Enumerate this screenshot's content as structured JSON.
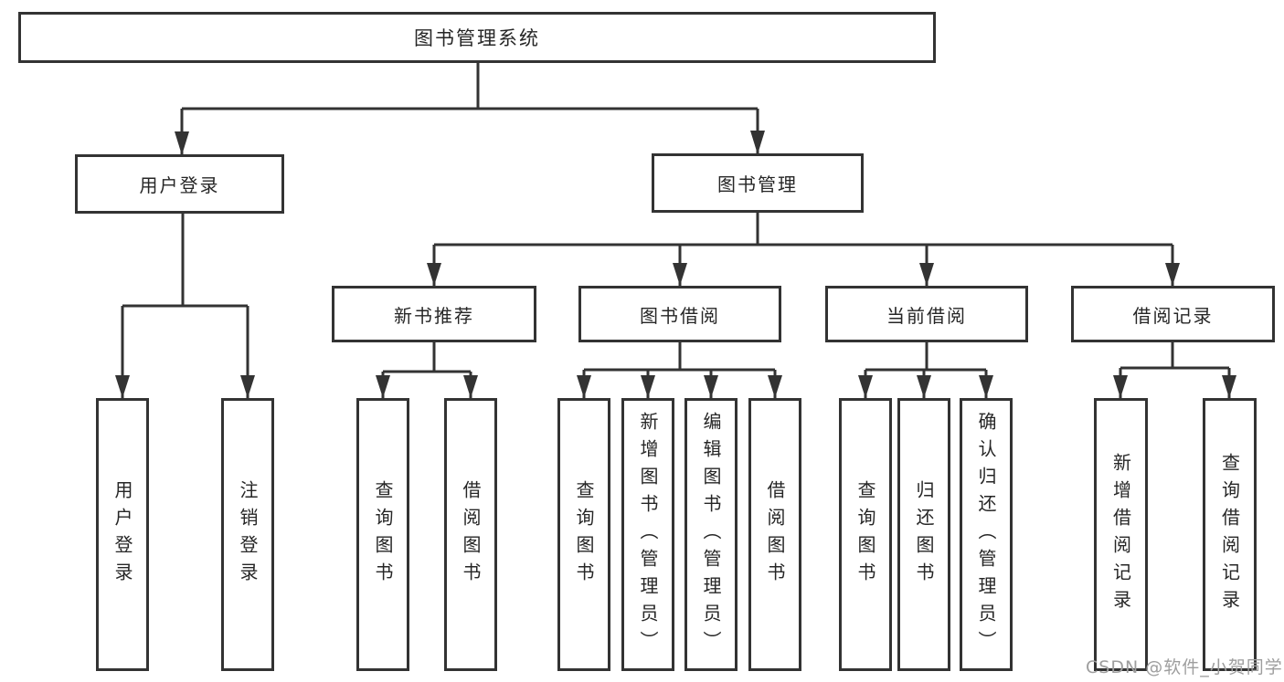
{
  "tree": {
    "label": "图书管理系统",
    "children": [
      {
        "label": "用户登录",
        "children": [
          {
            "label": "用户登录"
          },
          {
            "label": "注销登录"
          }
        ]
      },
      {
        "label": "图书管理",
        "children": [
          {
            "label": "新书推荐",
            "children": [
              {
                "label": "查询图书"
              },
              {
                "label": "借阅图书"
              }
            ]
          },
          {
            "label": "图书借阅",
            "children": [
              {
                "label": "查询图书"
              },
              {
                "label": "新增图书（管理员）"
              },
              {
                "label": "编辑图书（管理员）"
              },
              {
                "label": "借阅图书"
              }
            ]
          },
          {
            "label": "当前借阅",
            "children": [
              {
                "label": "查询图书"
              },
              {
                "label": "归还图书"
              },
              {
                "label": "确认归还（管理员）"
              }
            ]
          },
          {
            "label": "借阅记录",
            "children": [
              {
                "label": "新增借阅记录"
              },
              {
                "label": "查询借阅记录"
              }
            ]
          }
        ]
      }
    ]
  },
  "watermark": {
    "text": "CSDN @软件_小贺同学"
  },
  "colors": {
    "line": "#333333",
    "box_background": "#ffffff",
    "text": "#262626",
    "watermark": "#9e9e9e"
  }
}
